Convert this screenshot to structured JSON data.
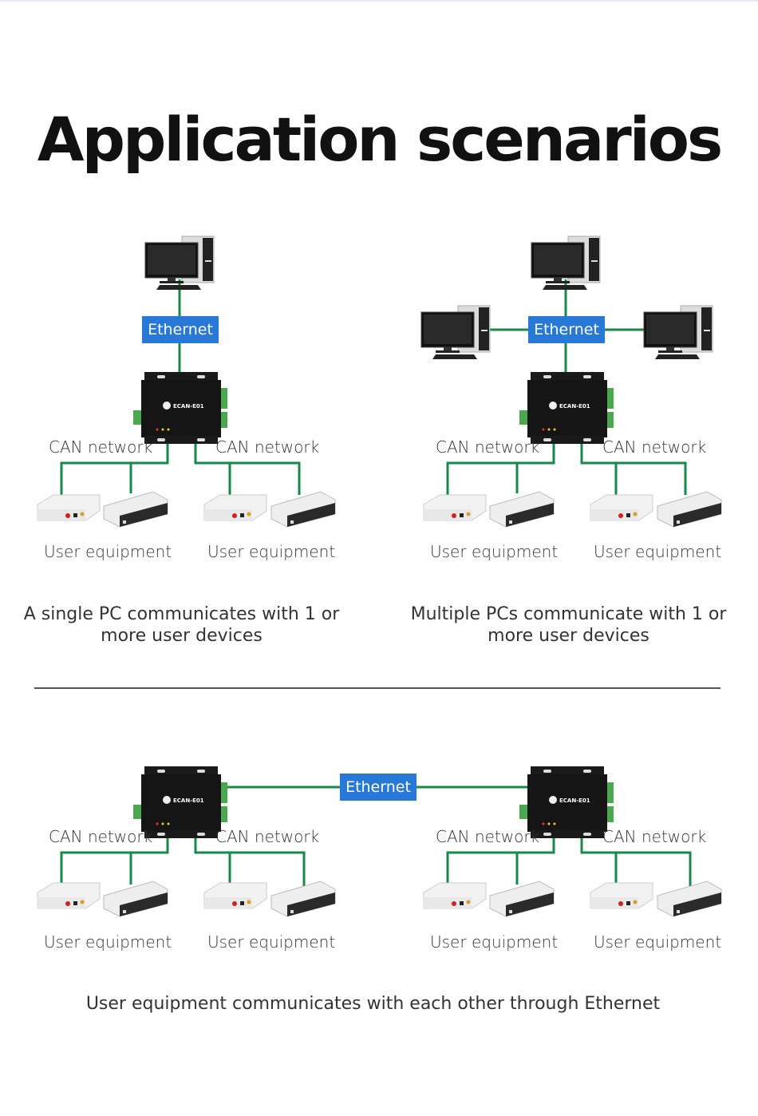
{
  "title": "Application scenarios",
  "labels": {
    "ethernet": "Ethernet",
    "can_network": "CAN network",
    "user_equipment": "User equipment",
    "gateway_model": "ECAN-E01"
  },
  "scenarios": [
    {
      "caption_line1": "A single PC communicates with 1 or",
      "caption_line2": "more user devices"
    },
    {
      "caption_line1": "Multiple PCs communicate with 1 or",
      "caption_line2": "more user devices"
    },
    {
      "caption_line1": "User equipment communicates with each other through Ethernet"
    }
  ],
  "colors": {
    "link": "#17894a",
    "ethernet_badge": "#2878d8"
  }
}
